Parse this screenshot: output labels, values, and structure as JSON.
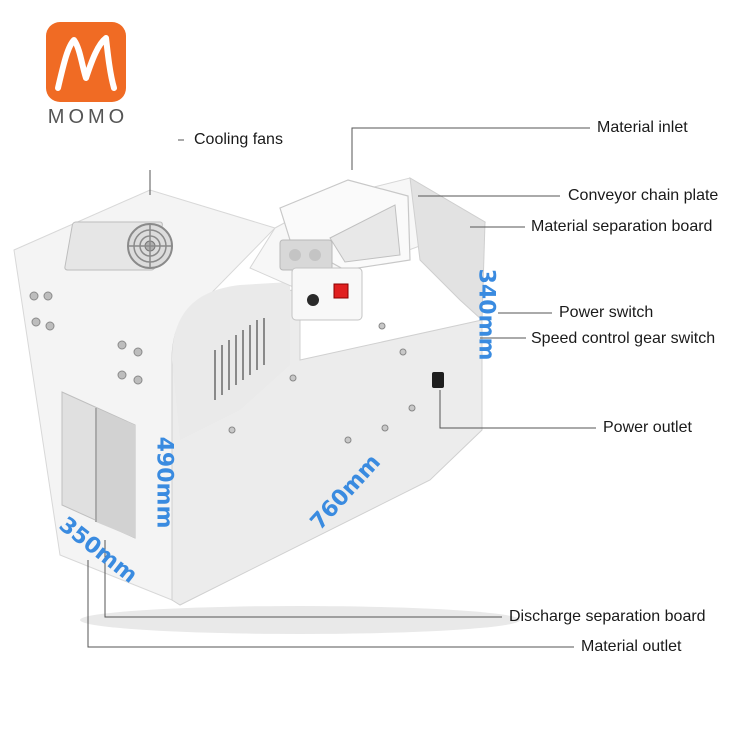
{
  "logo": {
    "brand": "MOMO",
    "color": "#f06b24"
  },
  "callouts": {
    "cooling_fans": "Cooling fans",
    "material_inlet": "Material inlet",
    "conveyor_chain_plate": "Conveyor chain plate",
    "material_separation_board": "Material separation board",
    "power_switch": "Power switch",
    "speed_control": "Speed control gear switch",
    "power_outlet": "Power outlet",
    "discharge_separation_board": "Discharge separation board",
    "material_outlet": "Material outlet"
  },
  "dimensions": {
    "depth_top": "340mm",
    "height": "490mm",
    "length": "760mm",
    "width": "350mm"
  },
  "colors": {
    "dimension_text": "#3a8be0",
    "switch_red": "#e02020",
    "body": "#f2f2f2"
  }
}
